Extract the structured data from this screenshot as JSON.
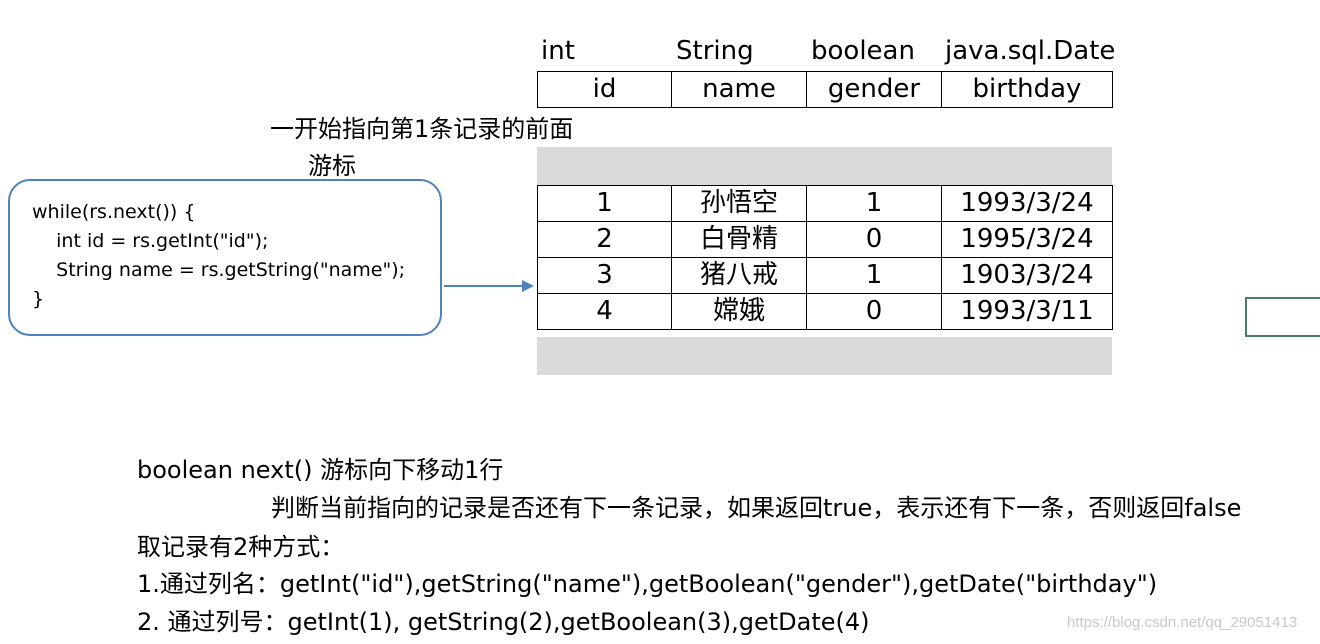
{
  "column_types": [
    "int",
    "String",
    "boolean",
    "java.sql.Date"
  ],
  "column_names": [
    "id",
    "name",
    "gender",
    "birthday"
  ],
  "cursor_note": {
    "line1": "一开始指向第1条记录的前面",
    "line2": "游标"
  },
  "rows": [
    [
      "1",
      "孙悟空",
      "1",
      "1993/3/24"
    ],
    [
      "2",
      "白骨精",
      "0",
      "1995/3/24"
    ],
    [
      "3",
      "猪八戒",
      "1",
      "1903/3/24"
    ],
    [
      "4",
      "嫦娥",
      "0",
      "1993/3/11"
    ]
  ],
  "code": [
    "while(rs.next()) {",
    "    int id = rs.getInt(\"id\");",
    "    String name = rs.getString(\"name\");",
    "}"
  ],
  "explanation": [
    "boolean next() 游标向下移动1行",
    "判断当前指向的记录是否还有下一条记录，如果返回true，表示还有下一条，否则返回false",
    "取记录有2种方式：",
    "1.通过列名：getInt(\"id\"),getString(\"name\"),getBoolean(\"gender\"),getDate(\"birthday\")",
    "2. 通过列号：getInt(1), getString(2),getBoolean(3),getDate(4)"
  ],
  "watermark": "https://blog.csdn.net/qq_29051413",
  "colors": {
    "code_box_border": "#4f81bd",
    "arrow": "#4f81bd",
    "gray_band": "#d9d9d9",
    "green_box_border": "#4a7d5c"
  }
}
